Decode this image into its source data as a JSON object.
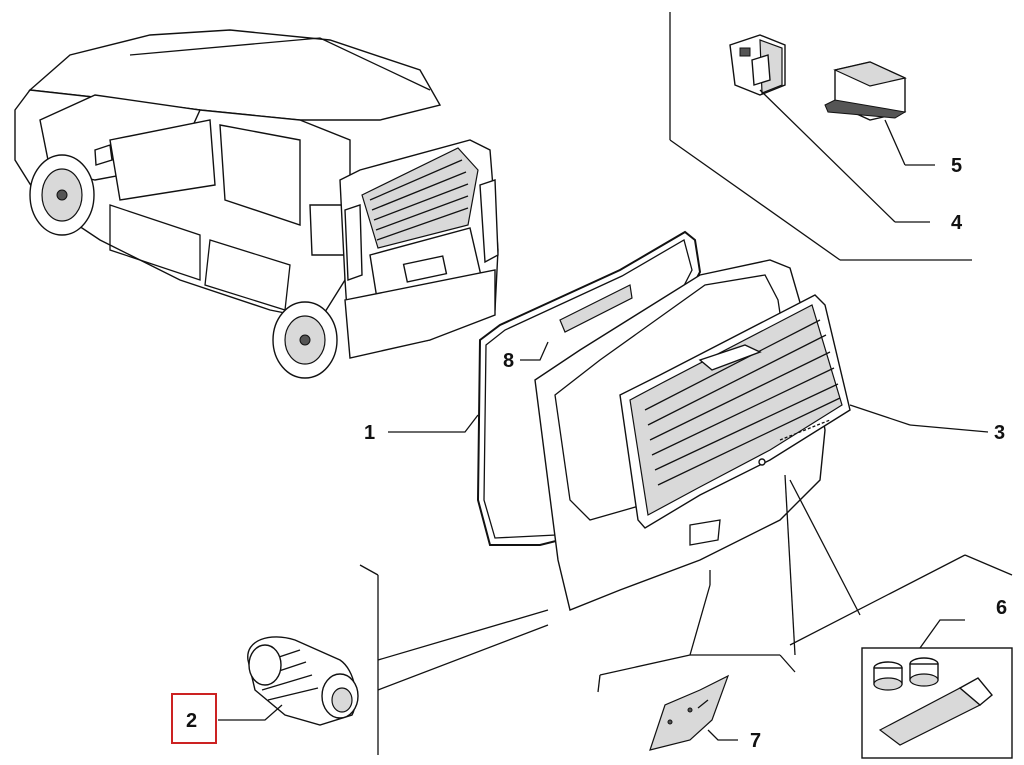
{
  "diagram": {
    "callouts": [
      {
        "id": "1",
        "label": "1"
      },
      {
        "id": "2",
        "label": "2",
        "highlighted": true
      },
      {
        "id": "3",
        "label": "3"
      },
      {
        "id": "4",
        "label": "4"
      },
      {
        "id": "5",
        "label": "5"
      },
      {
        "id": "6",
        "label": "6"
      },
      {
        "id": "7",
        "label": "7"
      },
      {
        "id": "8",
        "label": "8"
      }
    ],
    "highlight_color": "#cc2222"
  }
}
